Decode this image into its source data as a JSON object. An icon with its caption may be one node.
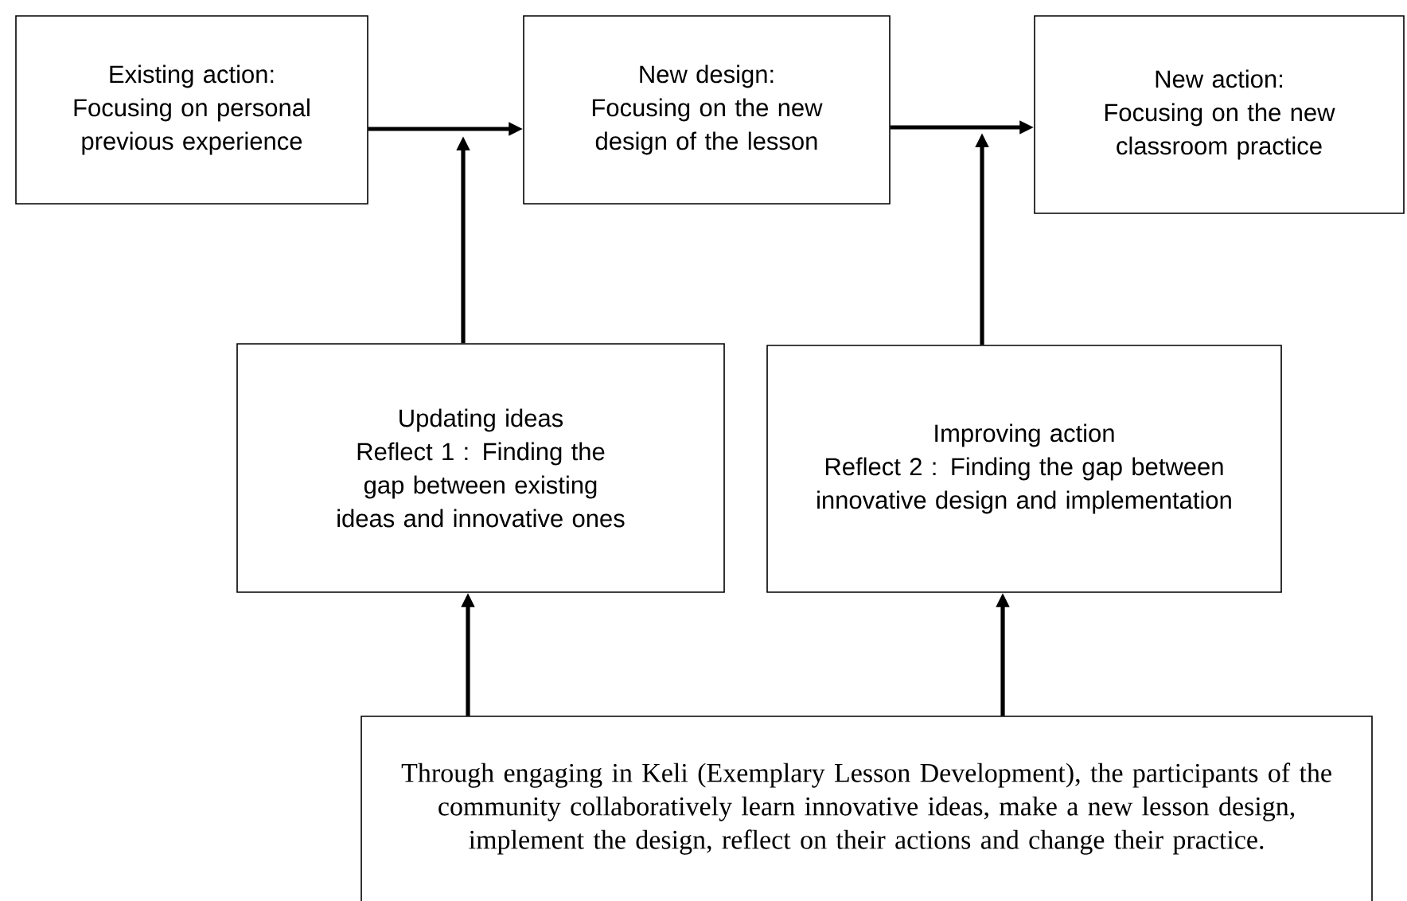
{
  "diagram": {
    "nodes": [
      {
        "text": [
          "Existing action:",
          "Focusing on personal previous experience"
        ]
      },
      {
        "text": [
          "New design:",
          "Focusing on the new design of the lesson"
        ]
      },
      {
        "text": [
          "New action:",
          "Focusing on the new classroom practice"
        ]
      },
      {
        "text": [
          "Updating ideas",
          "Reflect 1 : Finding the gap between existing ideas and innovative ones"
        ]
      },
      {
        "text": [
          "Improving action",
          "Reflect 2 : Finding the gap between innovative design and implementation"
        ]
      },
      {
        "text": [
          "Through engaging in Keli (Exemplary Lesson Development), the participants of the community collaboratively learn innovative ideas, make a new lesson design, implement the design, reflect on their actions and change their practice."
        ]
      }
    ],
    "edges": [
      {
        "from": 0,
        "to": 1,
        "arrow": "to"
      },
      {
        "from": 1,
        "to": 2,
        "arrow": "to"
      },
      {
        "from": 3,
        "to": 1,
        "arrow": "to"
      },
      {
        "from": 4,
        "to": 2,
        "arrow": "to"
      },
      {
        "from": 5,
        "to": 3,
        "arrow": "to"
      },
      {
        "from": 5,
        "to": 4,
        "arrow": "to"
      }
    ]
  }
}
